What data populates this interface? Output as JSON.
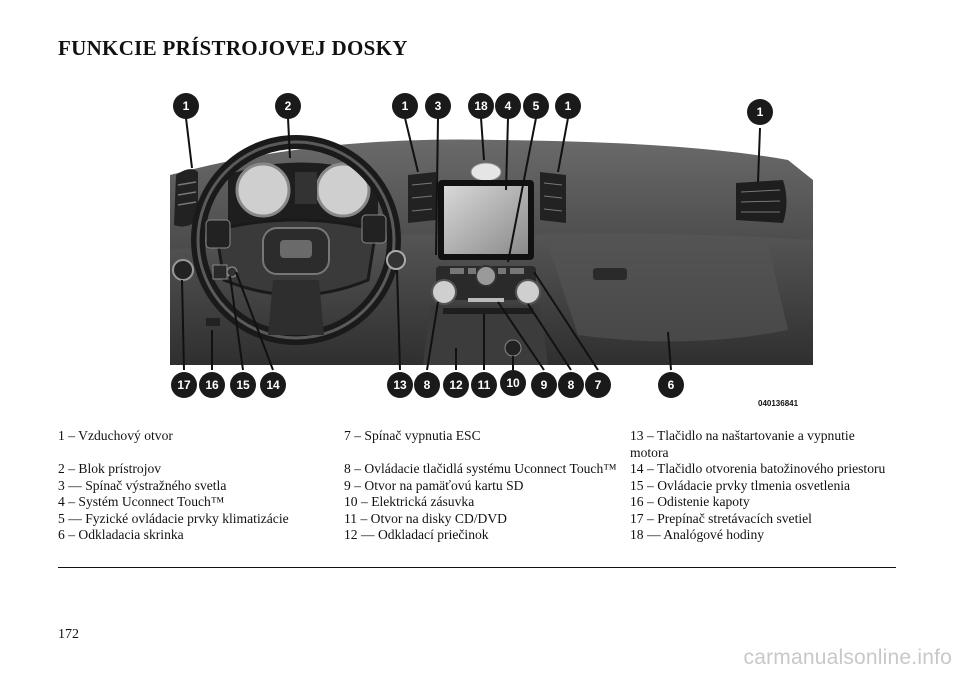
{
  "page": {
    "title": "FUNKCIE PRÍSTROJOVEJ DOSKY",
    "number": "172",
    "watermark": "carmanualsonline.info"
  },
  "figure": {
    "code": "040136841",
    "top_callouts": [
      "1",
      "2",
      "1",
      "3",
      "18",
      "4",
      "5",
      "1",
      "1"
    ],
    "bottom_callouts": [
      "17",
      "16",
      "15",
      "14",
      "13",
      "8",
      "12",
      "11",
      "10",
      "9",
      "8",
      "7",
      "6"
    ]
  },
  "legend": [
    [
      "1 – Vzduchový otvor",
      "7 – Spínač vypnutia ESC",
      "13 – Tlačidlo na naštartovanie a vypnutie motora"
    ],
    [
      "2 – Blok prístrojov",
      "8 – Ovládacie tlačidlá systému Uconnect Touch™",
      "14 – Tlačidlo otvorenia batožinového priestoru"
    ],
    [
      "3 — Spínač výstražného svetla",
      "9 – Otvor na pamäťovú kartu SD",
      "15 – Ovládacie prvky tlmenia osvetlenia"
    ],
    [
      "4 – Systém Uconnect Touch™",
      "10 – Elektrická zásuvka",
      "16 – Odistenie kapoty"
    ],
    [
      "5 — Fyzické ovládacie prvky klimatizácie",
      "11 – Otvor na disky CD/DVD",
      "17 – Prepínač stretávacích svetiel"
    ],
    [
      "6 – Odkladacia skrinka",
      "12 — Odkladací priečinok",
      "18 — Analógové hodiny"
    ]
  ]
}
